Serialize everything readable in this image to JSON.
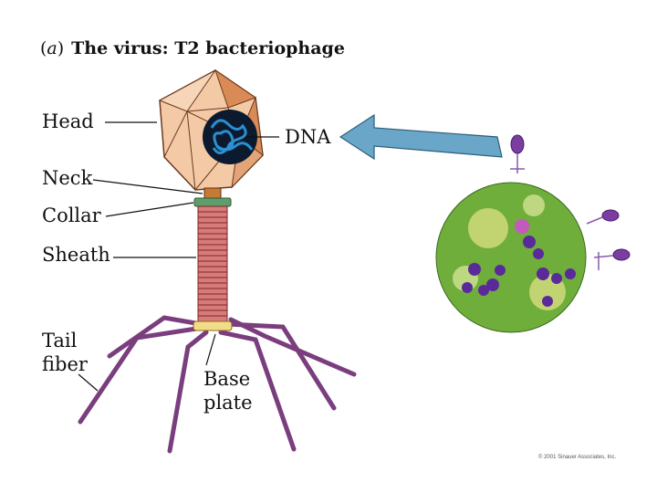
{
  "title": {
    "part_letter": "a",
    "text": "The virus: T2 bacteriophage"
  },
  "labels": {
    "head": "Head",
    "neck": "Neck",
    "collar": "Collar",
    "sheath": "Sheath",
    "tail_fiber_line1": "Tail",
    "tail_fiber_line2": "fiber",
    "base_plate_line1": "Base",
    "base_plate_line2": "plate",
    "dna": "DNA"
  },
  "credit": "© 2001 Sinauer Associates, Inc.",
  "colors": {
    "capsid_light": "#f3c9a6",
    "capsid_dark": "#d98a55",
    "dna_blob": "#0b1a2e",
    "dna_strand": "#2b8fd0",
    "sheath": "#d87a7a",
    "tail_fiber": "#7a3e7e",
    "arrow": "#6aa6c8",
    "cell": "#6fae3a",
    "phage_purple": "#5a2a9a"
  }
}
